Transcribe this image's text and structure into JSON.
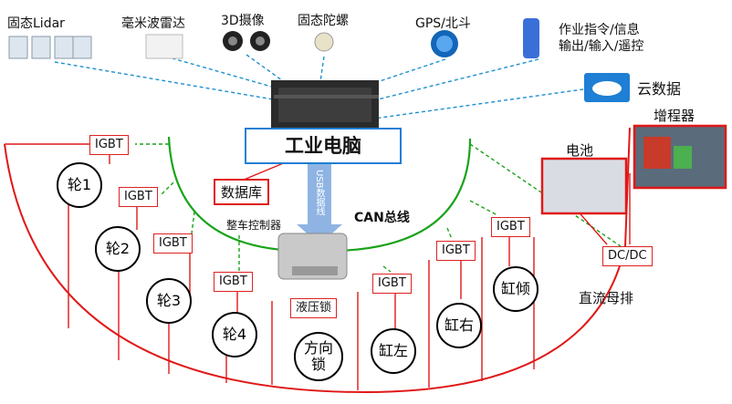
{
  "sensors": {
    "lidar": "固态Lidar",
    "radar": "毫米波雷达",
    "camera": "3D摄像",
    "gyro": "固态陀螺",
    "gps": "GPS/北斗",
    "cmd_line1": "作业指令/信息",
    "cmd_line2": "输出/输入/遥控",
    "cloud": "云数据"
  },
  "core": {
    "pc": "工业电脑",
    "database": "数据库",
    "usb": "USB数据线",
    "vcu": "整车控制器",
    "can": "CAN总线"
  },
  "power": {
    "range_extender": "增程器",
    "battery": "电池",
    "dcdc": "DC/DC",
    "dc_bus": "直流母排"
  },
  "igbt_label": "IGBT",
  "nodes": {
    "wheel1": "轮1",
    "wheel2": "轮2",
    "wheel3": "轮3",
    "wheel4": "轮4",
    "hydraulic": "液压锁",
    "steer_line1": "方向",
    "steer_line2": "锁",
    "cyl_left": "缸左",
    "cyl_right": "缸右",
    "cyl_tilt": "缸倾"
  },
  "colors": {
    "bus_red": "#e01818",
    "can_green": "#1aa31a",
    "link_blue": "#1e90d0",
    "arrow_blue": "#8fb4e3"
  }
}
